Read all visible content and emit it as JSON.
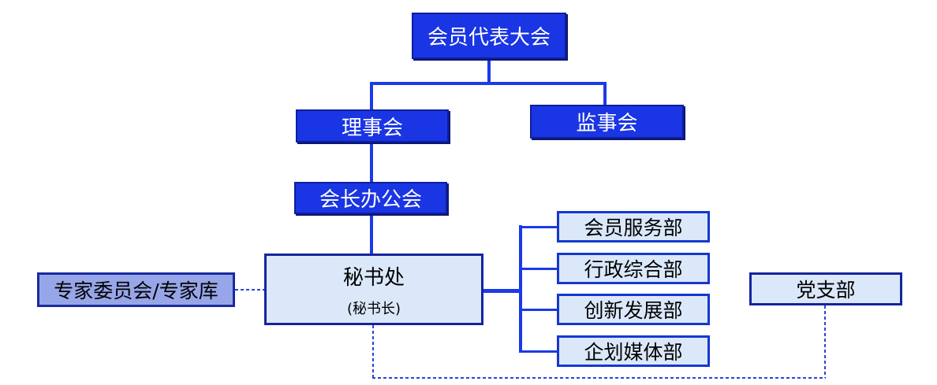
{
  "nodes": {
    "assembly": {
      "label": "会员代表大会"
    },
    "council": {
      "label": "理事会"
    },
    "supervisory": {
      "label": "监事会"
    },
    "presidents_office": {
      "label": "会长办公会"
    },
    "secretariat": {
      "label": "秘书处",
      "subtitle": "(秘书长)"
    },
    "expert_committee": {
      "label": "专家委员会/专家库"
    },
    "party_branch": {
      "label": "党支部"
    },
    "departments": [
      {
        "label": "会员服务部"
      },
      {
        "label": "行政综合部"
      },
      {
        "label": "创新发展部"
      },
      {
        "label": "企划媒体部"
      }
    ]
  },
  "colors": {
    "primary_fill": "#1A35E3",
    "primary_border": "#0F1F9E",
    "light_fill": "#DBE8FA",
    "light_border": "#16249E",
    "dept_border": "#1638D0",
    "expert_fill": "#97A6E8",
    "line": "#1B3AE8",
    "dashed_line": "#2946D8",
    "text_dark": "#000000",
    "text_light": "#FFFFFF"
  }
}
